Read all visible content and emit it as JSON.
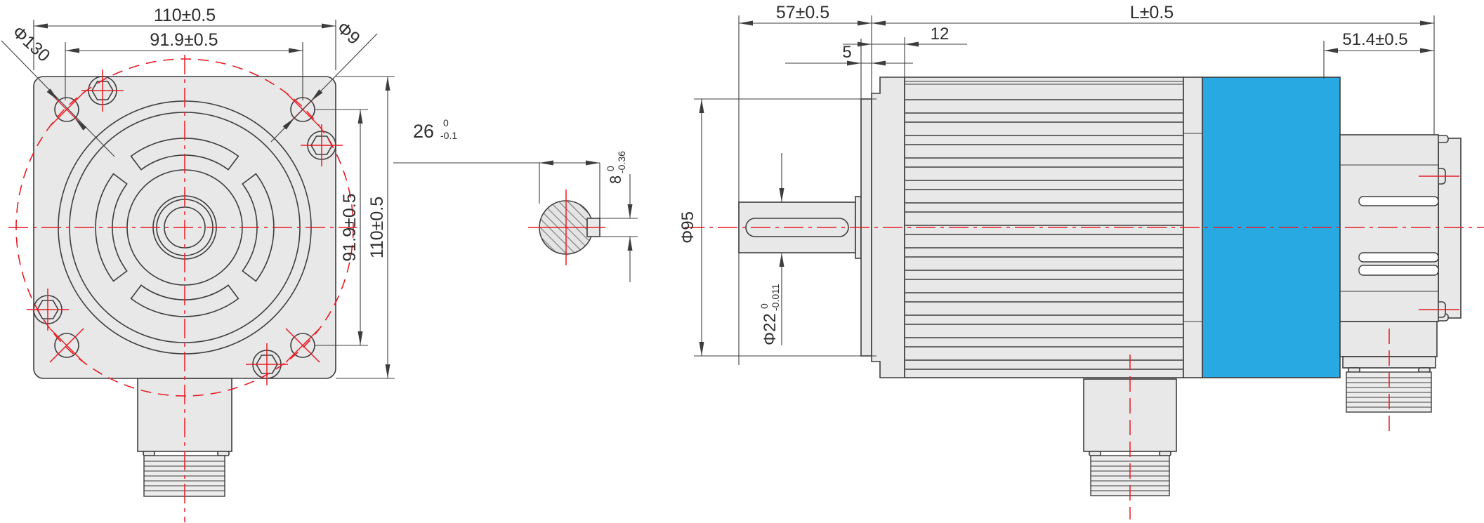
{
  "drawing": {
    "front_view": {
      "dim_width": "110±0.5",
      "dim_hole_span_h": "91.9±0.5",
      "dim_hole_span_v": "91.9±0.5",
      "dim_height": "110±0.5",
      "label_bolt_circle_dia": "Φ130",
      "label_mount_hole_dia": "Φ9"
    },
    "shaft_section": {
      "dim_shaft_flat": "26",
      "tol_shaft_flat_upper": "0",
      "tol_shaft_flat_lower": "-0.1",
      "dim_key_width": "8",
      "tol_key_upper": "0",
      "tol_key_lower": "-0.36"
    },
    "side_view": {
      "dim_shaft_extension": "57±0.5",
      "dim_pilot_step": "5",
      "dim_flange_thickness": "12",
      "dim_total_length": "L±0.5",
      "dim_rear_section": "51.4±0.5",
      "label_pilot_dia": "Φ95",
      "label_shaft_dia": "Φ22",
      "tol_shaft_dia_upper": "0",
      "tol_shaft_dia_lower": "-0.011"
    },
    "colors": {
      "line": "#3d3d3d",
      "fill": "#e8e8e8",
      "fill_light": "#ececec",
      "red": "#e81c24",
      "blue": "#29a9e1"
    }
  }
}
